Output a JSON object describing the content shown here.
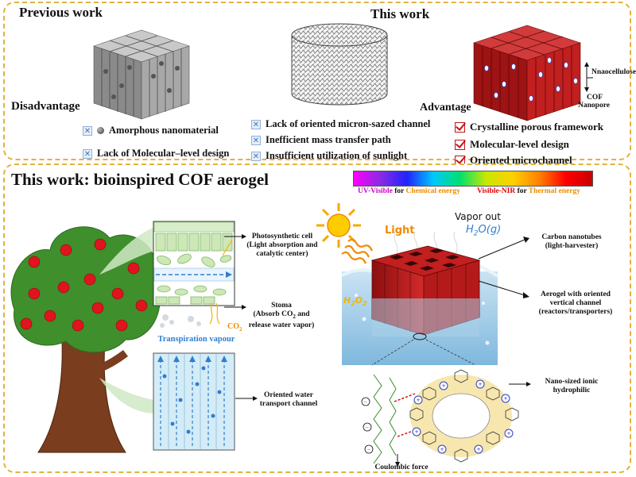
{
  "top": {
    "previous_work": "Previous work",
    "this_work": "This work",
    "disadvantage": "Disadvantage",
    "advantage": "Advantage",
    "disadvantages_left": [
      "Amorphous nanomaterial",
      "Lack of Molecular–level design"
    ],
    "disadvantages_mid": [
      "Lack of oriented micron-sazed channel",
      "Inefficient mass transfer path",
      "Insufficient utilization of sunlight"
    ],
    "advantages": [
      "Crystalline porous framework",
      "Molecular-level design",
      "Oriented microchannel"
    ],
    "nanocellulose": "Nnaocellulose",
    "cof_nanopore_1": "COF",
    "cof_nanopore_2": "Nanopore"
  },
  "bottom": {
    "title": "This work: bioinspired COF aerogel",
    "spectrum_left_a": "UV-Visible",
    "spectrum_left_b": " for ",
    "spectrum_left_c": "Chemical energy",
    "spectrum_right_a": "Visible-NIR",
    "spectrum_right_b": " for ",
    "spectrum_right_c": "Thermal energy",
    "photosynthetic_1": "Photosynthetic cell",
    "photosynthetic_2": "(Light absorption and",
    "photosynthetic_3": "catalytic center)",
    "stoma_1": "Stoma",
    "stoma_2": "(Absorb CO",
    "stoma_2_sub": "2",
    "stoma_2_end": " and",
    "stoma_3": "release water vapor)",
    "co2": "CO",
    "co2_sub": "2",
    "transpiration": "Transpiration vapour",
    "oriented_water_1": "Oriented water",
    "oriented_water_2": "transport channel",
    "light": "Light",
    "vapor_out": "Vapor out",
    "h2o": "H",
    "h2o_sub": "2",
    "h2o_end": "O(g)",
    "carbon_1": "Carbon nanotubes",
    "carbon_2": "(light-harvester)",
    "aerogel_1": "Aerogel with oriented",
    "aerogel_2": "vertical channel",
    "aerogel_3": "(reactors/transporters)",
    "h2o2": "H",
    "h2o2_sub1": "2",
    "h2o2_mid": "O",
    "h2o2_sub2": "2",
    "nano_1": "Nano-sized ionic",
    "nano_2": "hydrophilic",
    "coulombic": "Coulombic force"
  },
  "colors": {
    "border": "#e3b23c",
    "aerogel_red": "#b01a1a",
    "water_blue": "#a9cfe8",
    "leaf_green": "#3f8f2c",
    "trunk_brown": "#7a3d1e",
    "apple_red": "#e0141e",
    "ring_yellow": "#f2d77a",
    "orange_text": "#f08a00",
    "magenta_text": "#cc00cc",
    "red_text": "#e00000"
  }
}
